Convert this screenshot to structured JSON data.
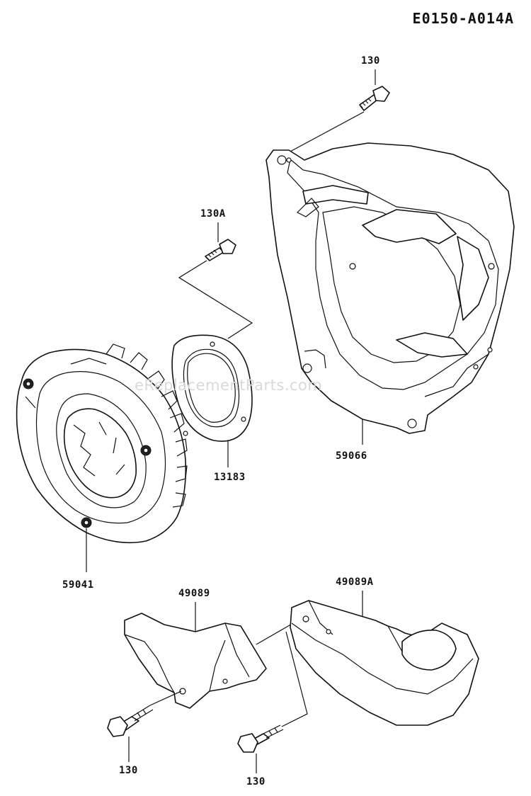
{
  "diagram_code": "E0150-A014A",
  "watermark": "eReplacementParts.com",
  "callouts": {
    "bolt_top": "130",
    "bolt_130a": "130A",
    "gasket": "13183",
    "shroud": "59066",
    "fan": "59041",
    "cover_left": "49089",
    "cover_right": "49089A",
    "bolt_bottom_left": "130",
    "bolt_bottom_right": "130"
  }
}
